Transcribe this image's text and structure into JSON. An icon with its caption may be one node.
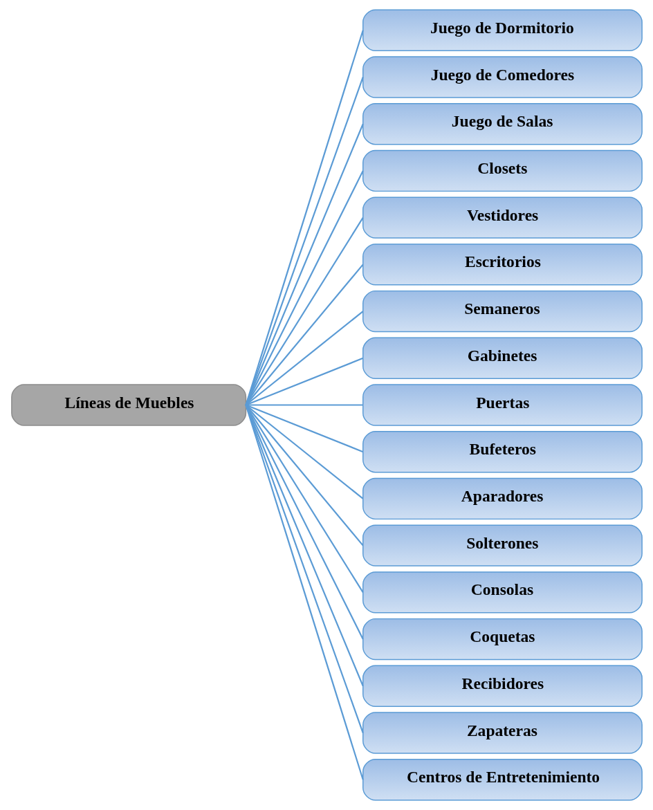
{
  "diagram": {
    "nodes": [
      {
        "text": [
          "Líneas de Muebles"
        ]
      },
      {
        "text": [
          "Juego de Dormitorio"
        ]
      },
      {
        "text": [
          "Juego de Comedores"
        ]
      },
      {
        "text": [
          "Juego de Salas"
        ]
      },
      {
        "text": [
          "Closets"
        ]
      },
      {
        "text": [
          "Vestidores"
        ]
      },
      {
        "text": [
          "Escritorios"
        ]
      },
      {
        "text": [
          "Semaneros"
        ]
      },
      {
        "text": [
          "Gabinetes"
        ]
      },
      {
        "text": [
          "Puertas"
        ]
      },
      {
        "text": [
          "Bufeteros"
        ]
      },
      {
        "text": [
          "Aparadores"
        ]
      },
      {
        "text": [
          "Solterones"
        ]
      },
      {
        "text": [
          "Consolas"
        ]
      },
      {
        "text": [
          "Coquetas"
        ]
      },
      {
        "text": [
          "Recibidores"
        ]
      },
      {
        "text": [
          "Zapateras"
        ]
      },
      {
        "text": [
          "Centros de Entretenimiento"
        ]
      }
    ],
    "edges": [
      {
        "from": 0,
        "to": 1,
        "arrow": "none"
      },
      {
        "from": 0,
        "to": 2,
        "arrow": "none"
      },
      {
        "from": 0,
        "to": 3,
        "arrow": "none"
      },
      {
        "from": 0,
        "to": 4,
        "arrow": "none"
      },
      {
        "from": 0,
        "to": 5,
        "arrow": "none"
      },
      {
        "from": 0,
        "to": 6,
        "arrow": "none"
      },
      {
        "from": 0,
        "to": 7,
        "arrow": "none"
      },
      {
        "from": 0,
        "to": 8,
        "arrow": "none"
      },
      {
        "from": 0,
        "to": 9,
        "arrow": "none"
      },
      {
        "from": 0,
        "to": 10,
        "arrow": "none"
      },
      {
        "from": 0,
        "to": 11,
        "arrow": "none"
      },
      {
        "from": 0,
        "to": 12,
        "arrow": "none"
      },
      {
        "from": 0,
        "to": 13,
        "arrow": "none"
      },
      {
        "from": 0,
        "to": 14,
        "arrow": "none"
      },
      {
        "from": 0,
        "to": 15,
        "arrow": "none"
      },
      {
        "from": 0,
        "to": 16,
        "arrow": "none"
      },
      {
        "from": 0,
        "to": 17,
        "arrow": "none"
      }
    ]
  }
}
